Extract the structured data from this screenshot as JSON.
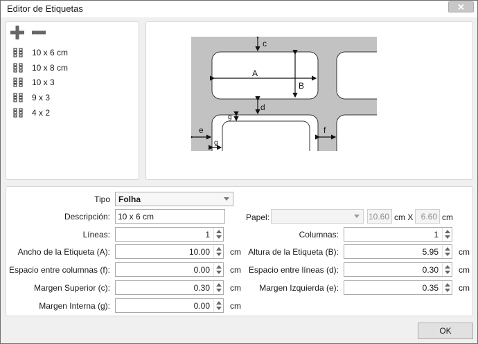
{
  "window": {
    "title": "Editor de Etiquetas"
  },
  "toolbar": {
    "add_icon": "plus-icon",
    "remove_icon": "minus-icon"
  },
  "labels_list": [
    {
      "label": "10 x 6 cm"
    },
    {
      "label": "10 x 8 cm"
    },
    {
      "label": "10 x 3"
    },
    {
      "label": "9 x 3"
    },
    {
      "label": "4 x 2"
    }
  ],
  "diagram": {
    "a": "A",
    "b": "B",
    "c": "c",
    "d": "d",
    "e": "e",
    "f": "f",
    "g": "g",
    "g2": "g"
  },
  "form": {
    "tipo_label": "Tipo",
    "tipo_value": "Folha",
    "descripcion_label": "Descripción:",
    "descripcion_value": "10 x 6 cm",
    "papel_label": "Papel:",
    "papel_value": "",
    "papel_width": "10.60",
    "papel_unit1": "cm X",
    "papel_height": "6.60",
    "papel_unit2": "cm",
    "lineas_label": "Líneas:",
    "lineas_value": "1",
    "columnas_label": "Columnas:",
    "columnas_value": "1",
    "ancho_label": "Ancho de la Etiqueta (A):",
    "ancho_value": "10.00",
    "altura_label": "Altura de la Etiqueta (B):",
    "altura_value": "5.95",
    "esp_col_label": "Espacio entre columnas (f):",
    "esp_col_value": "0.00",
    "esp_lin_label": "Espacio entre líneas (d):",
    "esp_lin_value": "0.30",
    "margen_sup_label": "Margen Superior (c):",
    "margen_sup_value": "0.30",
    "margen_izq_label": "Margen Izquierda (e):",
    "margen_izq_value": "0.35",
    "margen_int_label": "Margen Interna (g):",
    "margen_int_value": "0.00",
    "unit": "cm"
  },
  "buttons": {
    "ok": "OK"
  }
}
